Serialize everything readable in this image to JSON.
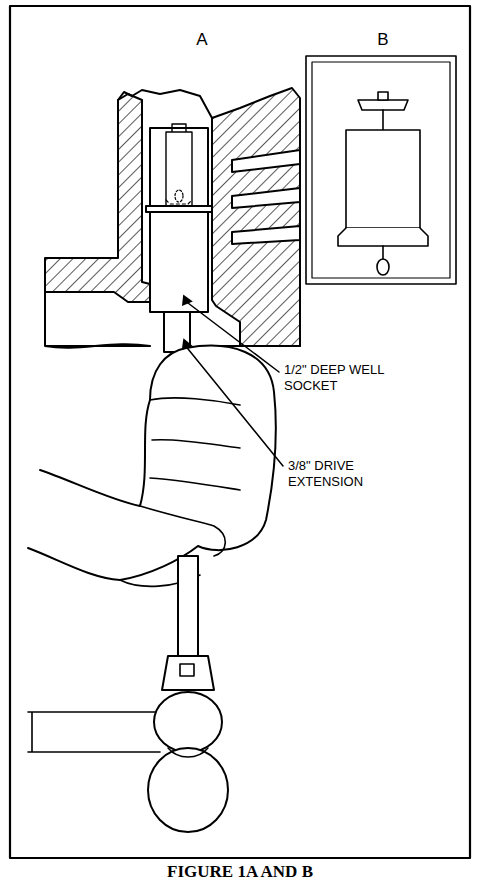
{
  "diagram": {
    "caption": "FIGURE 1A AND B",
    "labels": [
      "A",
      "B",
      "1/2\" DEEP WELL SOCKET",
      "3/8\" DRIVE EXTENSION"
    ]
  }
}
